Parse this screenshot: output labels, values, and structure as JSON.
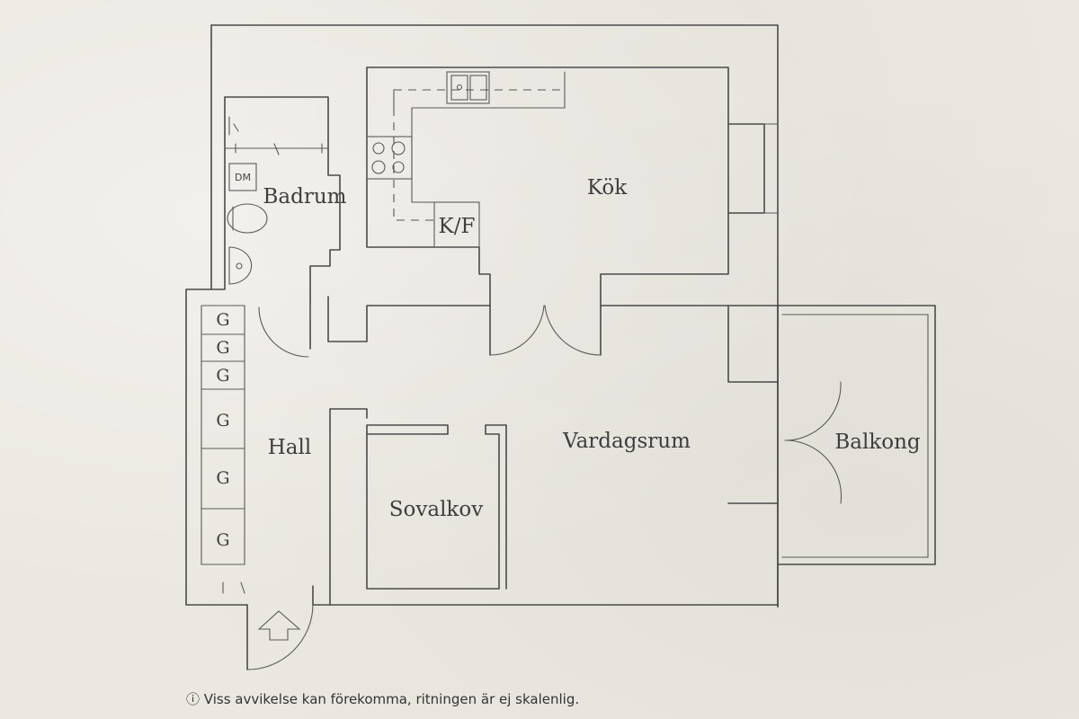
{
  "rooms": {
    "kok": "Kök",
    "badrum": "Badrum",
    "hall": "Hall",
    "sovalkov": "Sovalkov",
    "vardagsrum": "Vardagsrum",
    "balkong": "Balkong"
  },
  "fixtures": {
    "kf": "K/F",
    "dm": "DM",
    "wardrobe": "G"
  },
  "note": "Viss avvikelse kan förekomma, ritningen är ej skalenlig.",
  "icons": {
    "note_icon": "info-circle-icon"
  },
  "colors": {
    "paper": "#ebe8e1",
    "line": "#4a4a4a",
    "text": "#3e3e3e"
  }
}
